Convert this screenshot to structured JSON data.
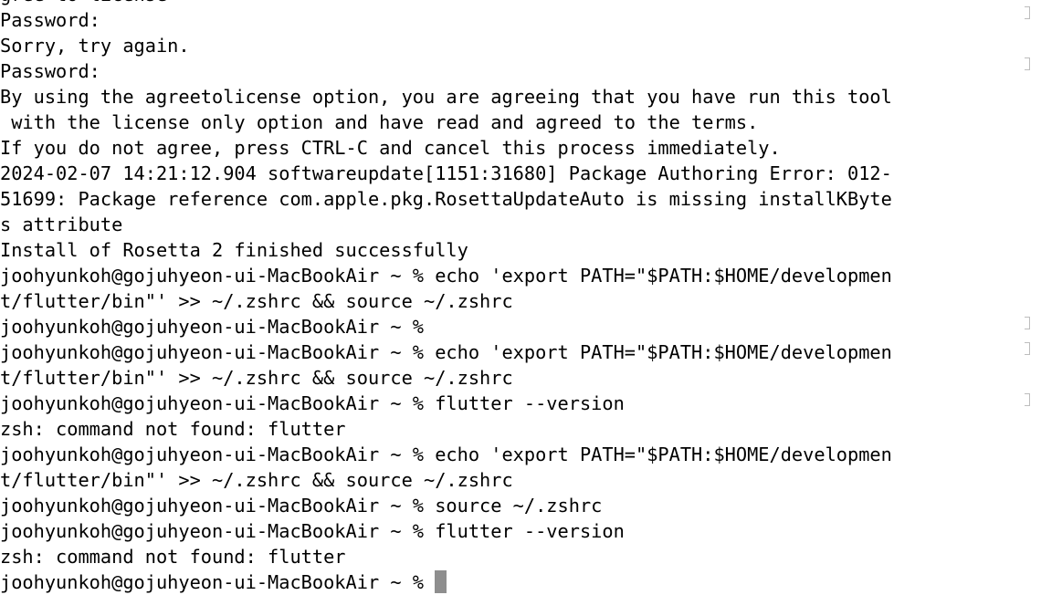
{
  "terminal": {
    "lines": [
      "gree to license",
      "Password:",
      "Sorry, try again.",
      "Password:",
      "By using the agreetolicense option, you are agreeing that you have run this tool",
      " with the license only option and have read and agreed to the terms.",
      "If you do not agree, press CTRL-C and cancel this process immediately.",
      "2024-02-07 14:21:12.904 softwareupdate[1151:31680] Package Authoring Error: 012-",
      "51699: Package reference com.apple.pkg.RosettaUpdateAuto is missing installKByte",
      "s attribute",
      "Install of Rosetta 2 finished successfully",
      "joohyunkoh@gojuhyeon-ui-MacBookAir ~ % echo 'export PATH=\"$PATH:$HOME/developmen",
      "t/flutter/bin\"' >> ~/.zshrc && source ~/.zshrc",
      "joohyunkoh@gojuhyeon-ui-MacBookAir ~ %",
      "joohyunkoh@gojuhyeon-ui-MacBookAir ~ % echo 'export PATH=\"$PATH:$HOME/developmen",
      "t/flutter/bin\"' >> ~/.zshrc && source ~/.zshrc",
      "joohyunkoh@gojuhyeon-ui-MacBookAir ~ % flutter --version",
      "zsh: command not found: flutter",
      "joohyunkoh@gojuhyeon-ui-MacBookAir ~ % echo 'export PATH=\"$PATH:$HOME/developmen",
      "t/flutter/bin\"' >> ~/.zshrc && source ~/.zshrc",
      "joohyunkoh@gojuhyeon-ui-MacBookAir ~ % source ~/.zshrc",
      "joohyunkoh@gojuhyeon-ui-MacBookAir ~ % flutter --version",
      "zsh: command not found: flutter"
    ],
    "prompt": "joohyunkoh@gojuhyeon-ui-MacBookAir ~ % ",
    "cursor_color": "#8e8e8e",
    "text_color": "#000000",
    "background_color": "#ffffff"
  }
}
